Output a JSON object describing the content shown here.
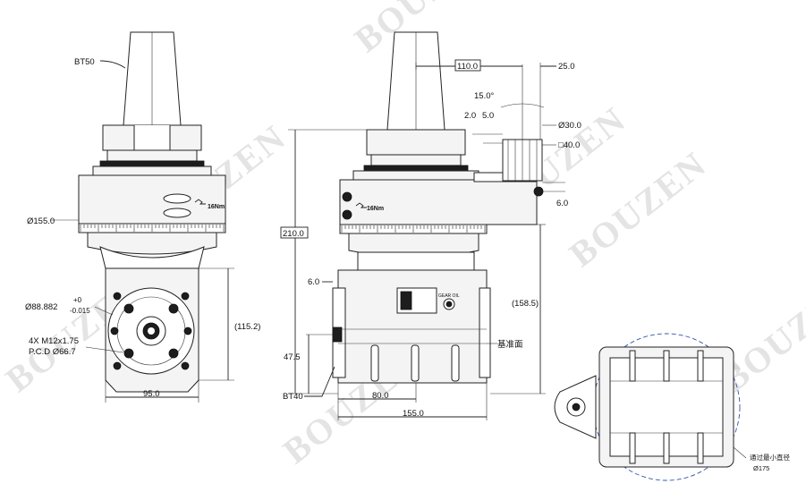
{
  "watermark": "BOUZEN",
  "left_view": {
    "taper_label": "BT50",
    "body_diameter": "Ø155.0",
    "wrench_torque": "16Nm",
    "bore_diameter": "Ø88.882",
    "bore_tol_plus": "+0",
    "bore_tol_minus": "-0.015",
    "bolts": "4X M12x1.75",
    "pcd": "P.C.D Ø66.7",
    "height_ref": "(115.2)",
    "width": "95.0"
  },
  "front_view": {
    "dim_110": "110.0",
    "dim_25": "25.0",
    "angle": "15.0°",
    "dim_2": "2.0",
    "dim_5": "5.0",
    "dia_30": "Ø30.0",
    "square_40": "□40.0",
    "dim_6_right": "6.0",
    "wrench_torque": "16Nm",
    "height_total": "210.0",
    "height_ref": "(158.5)",
    "dim_6_left": "6.0",
    "dim_47": "47.5",
    "base_label": "基准面",
    "spindle_label": "BT40",
    "dim_80": "80.0",
    "dim_155": "155.0",
    "plate_text": "GEAR OIL"
  },
  "bottom_view": {
    "clearance_label": "通过最小直径",
    "clearance_value": "Ø175"
  }
}
